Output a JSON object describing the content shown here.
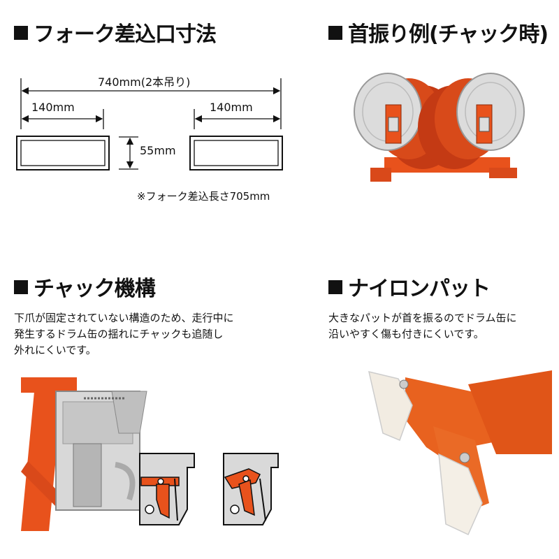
{
  "sections": {
    "fork": {
      "title": "フォーク差込口寸法",
      "dims": {
        "total": "740mm(2本吊り)",
        "left_width": "140mm",
        "right_width": "140mm",
        "height": "55mm"
      },
      "note": "※フォーク差込長さ705mm"
    },
    "swing": {
      "title": "首振り例(チャック時)"
    },
    "chuck": {
      "title": "チャック機構",
      "desc": [
        "下爪が固定されていない構造のため、走行中に",
        "発生するドラム缶の揺れにチャックも追随し",
        "外れにくいです。"
      ]
    },
    "nylon": {
      "title": "ナイロンパット",
      "desc": [
        "大きなパットが首を振るのでドラム缶に",
        "沿いやすく傷も付きにくいです。"
      ]
    }
  },
  "colors": {
    "accent": "#e8521c",
    "text": "#111111"
  }
}
